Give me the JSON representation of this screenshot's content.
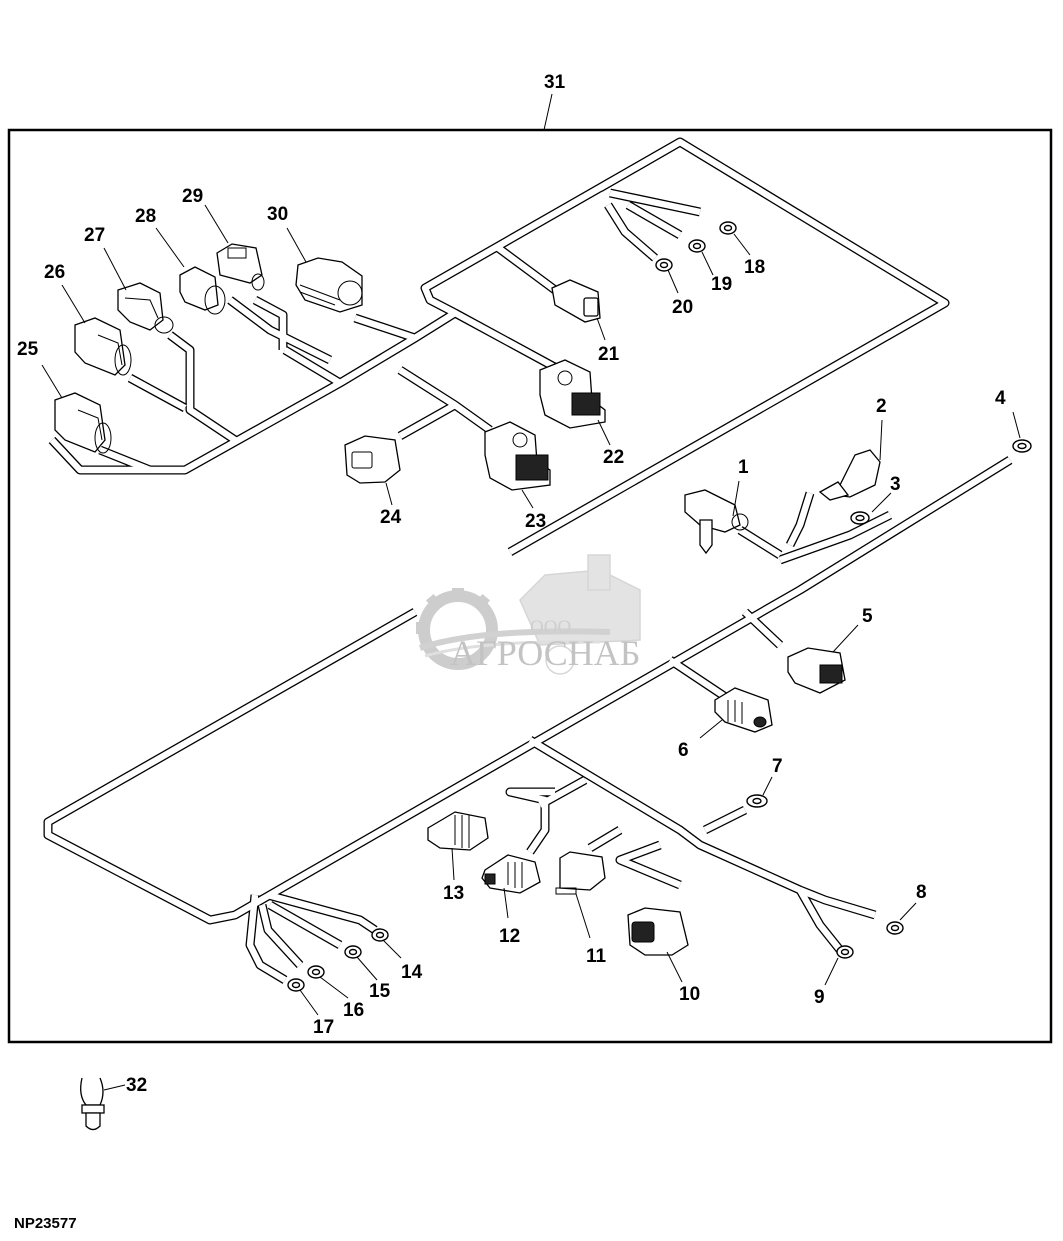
{
  "diagram": {
    "figure_id": "NP23577",
    "assembly_callout": "31",
    "watermark": {
      "prefix": "ООО",
      "name": "АГРОСНАБ"
    },
    "colors": {
      "line": "#000000",
      "background": "#ffffff",
      "watermark": "#bdbdbd"
    },
    "callouts": [
      {
        "id": "1",
        "part": "connector"
      },
      {
        "id": "2",
        "part": "connector"
      },
      {
        "id": "3",
        "part": "ring-terminal"
      },
      {
        "id": "4",
        "part": "ring-terminal"
      },
      {
        "id": "5",
        "part": "multi-pin-connector"
      },
      {
        "id": "6",
        "part": "connector"
      },
      {
        "id": "7",
        "part": "ring-terminal"
      },
      {
        "id": "8",
        "part": "ring-terminal"
      },
      {
        "id": "9",
        "part": "ring-terminal"
      },
      {
        "id": "10",
        "part": "connector"
      },
      {
        "id": "11",
        "part": "relay"
      },
      {
        "id": "12",
        "part": "connector"
      },
      {
        "id": "13",
        "part": "connector"
      },
      {
        "id": "14",
        "part": "ring-terminal"
      },
      {
        "id": "15",
        "part": "ring-terminal"
      },
      {
        "id": "16",
        "part": "ring-terminal"
      },
      {
        "id": "17",
        "part": "ring-terminal"
      },
      {
        "id": "18",
        "part": "ring-terminal"
      },
      {
        "id": "19",
        "part": "ring-terminal"
      },
      {
        "id": "20",
        "part": "ring-terminal"
      },
      {
        "id": "21",
        "part": "connector"
      },
      {
        "id": "22",
        "part": "multi-pin-connector"
      },
      {
        "id": "23",
        "part": "multi-pin-connector"
      },
      {
        "id": "24",
        "part": "connector"
      },
      {
        "id": "25",
        "part": "connector"
      },
      {
        "id": "26",
        "part": "connector"
      },
      {
        "id": "27",
        "part": "connector"
      },
      {
        "id": "28",
        "part": "connector"
      },
      {
        "id": "29",
        "part": "connector"
      },
      {
        "id": "30",
        "part": "connector"
      },
      {
        "id": "31",
        "part": "wiring-harness"
      },
      {
        "id": "32",
        "part": "bulb"
      }
    ]
  }
}
